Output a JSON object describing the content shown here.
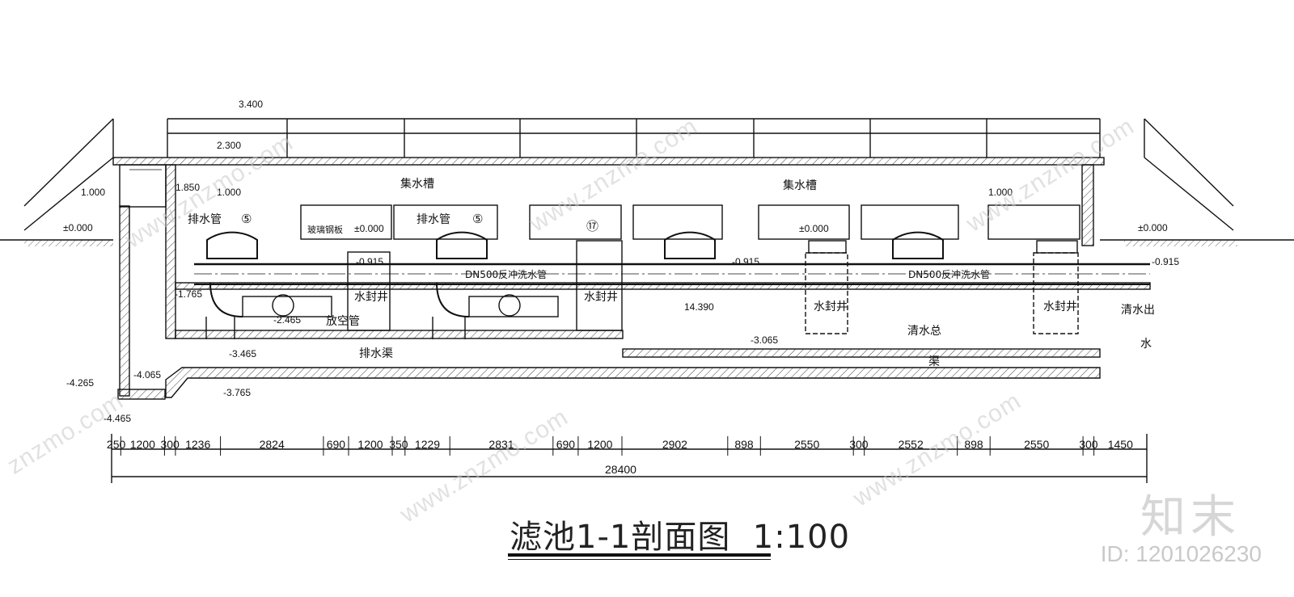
{
  "title": "滤池1-1剖面图",
  "scale": "1:100",
  "watermark": {
    "site": "www.znzmo.com",
    "site_short": "znzmo.com",
    "brand": "知末",
    "id": "ID: 1201026230"
  },
  "labels": {
    "collect_trough": "集水槽",
    "drain_pipe": "排水管",
    "glass_steel_plate": "玻璃钢板",
    "seal_well": "水封井",
    "drain_channel": "排水渠",
    "empty_pipe": "放空管",
    "backwash_pipe": "DN500反冲洗水管",
    "clear_water": "清水总",
    "clear_water_2": "渠",
    "clear_out": "清水出",
    "clear_out_2": "水",
    "item5": "⑤",
    "item17": "⑰"
  },
  "elevations": {
    "e3400": "3.400",
    "e2300": "2.300",
    "e1850": "1.850",
    "e1000": "1.000",
    "e0000": "±0.000",
    "en0915": "-0.915",
    "en1765": "-1.765",
    "en2465": "-2.465",
    "en3065": "-3.065",
    "en3465": "-3.465",
    "en3765": "-3.765",
    "en4065": "-4.065",
    "en4265": "-4.265",
    "en4465": "-4.465",
    "e14390": "14.390"
  },
  "dimensions": {
    "segments": [
      "250",
      "1200",
      "300",
      "1236",
      "2824",
      "690",
      "1200",
      "350",
      "1229",
      "2831",
      "690",
      "1200",
      "2902",
      "898",
      "2550",
      "300",
      "2552",
      "898",
      "2550",
      "300",
      "1450"
    ],
    "total": "28400"
  },
  "colors": {
    "line": "#111111",
    "hatch": "#333333",
    "watermark": "#cccccc"
  }
}
